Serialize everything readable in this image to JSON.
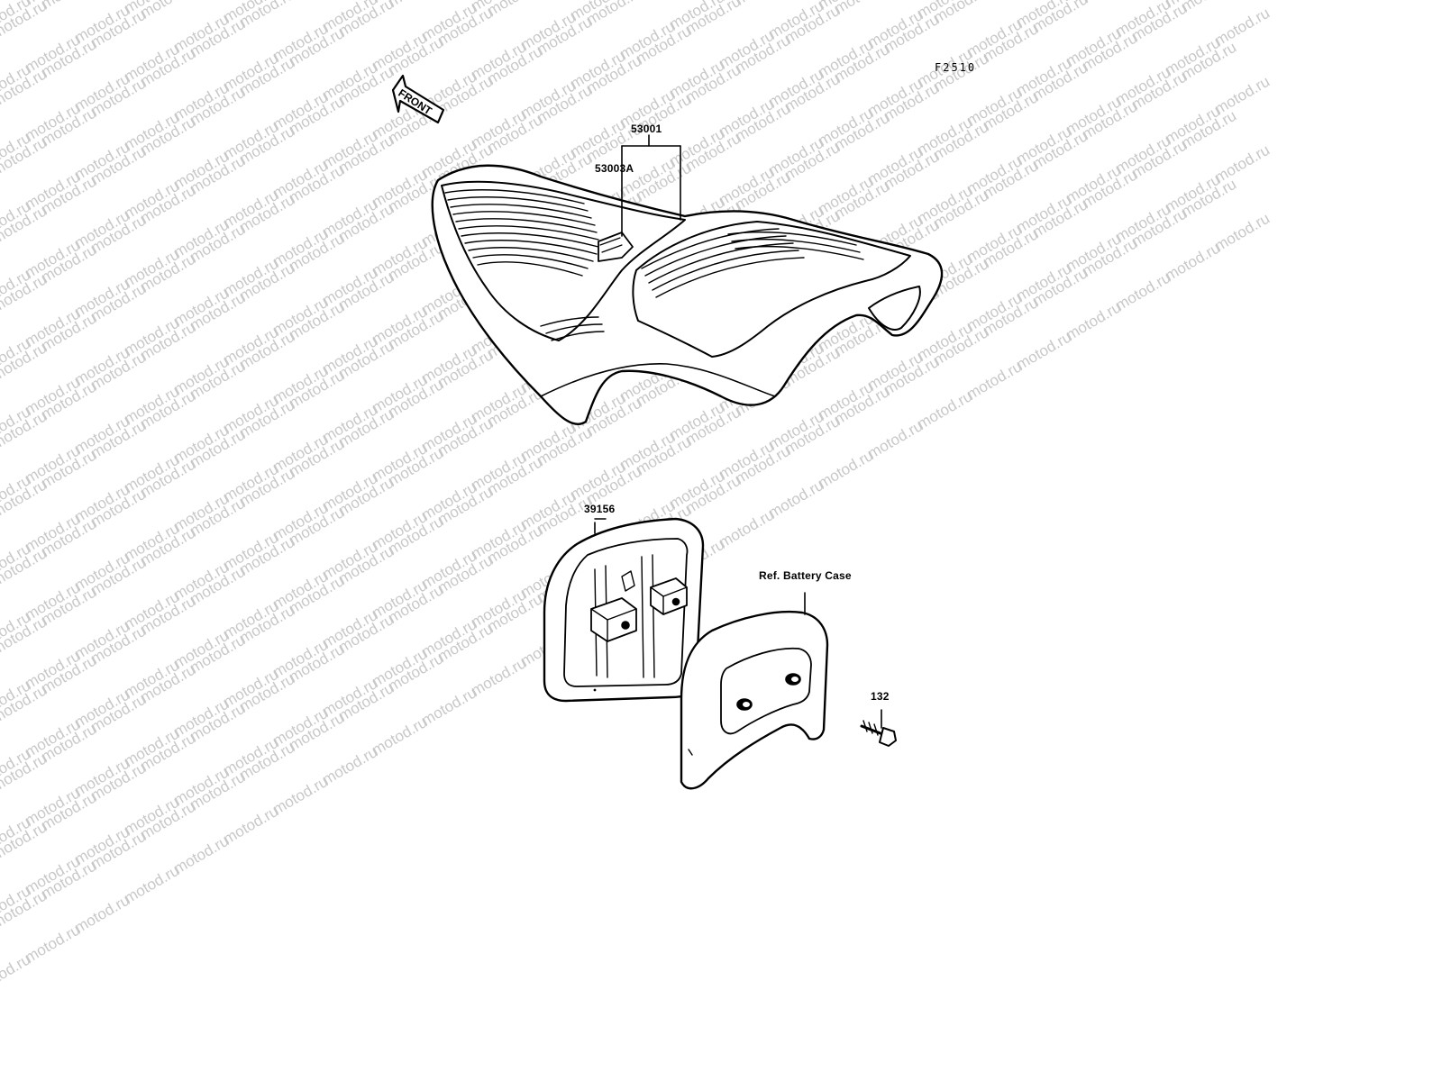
{
  "figure": {
    "code": "F2510"
  },
  "front_arrow": {
    "label": "FRONT"
  },
  "callouts": {
    "seat_assy": "53001",
    "seat_pad": "53003A",
    "seat_cover": "39156",
    "ref_battery_case": "Ref. Battery Case",
    "bolt": "132"
  },
  "watermark": {
    "text": "motod.ru",
    "color": "#c8c8c8"
  },
  "colors": {
    "line": "#000000",
    "background": "#ffffff"
  }
}
